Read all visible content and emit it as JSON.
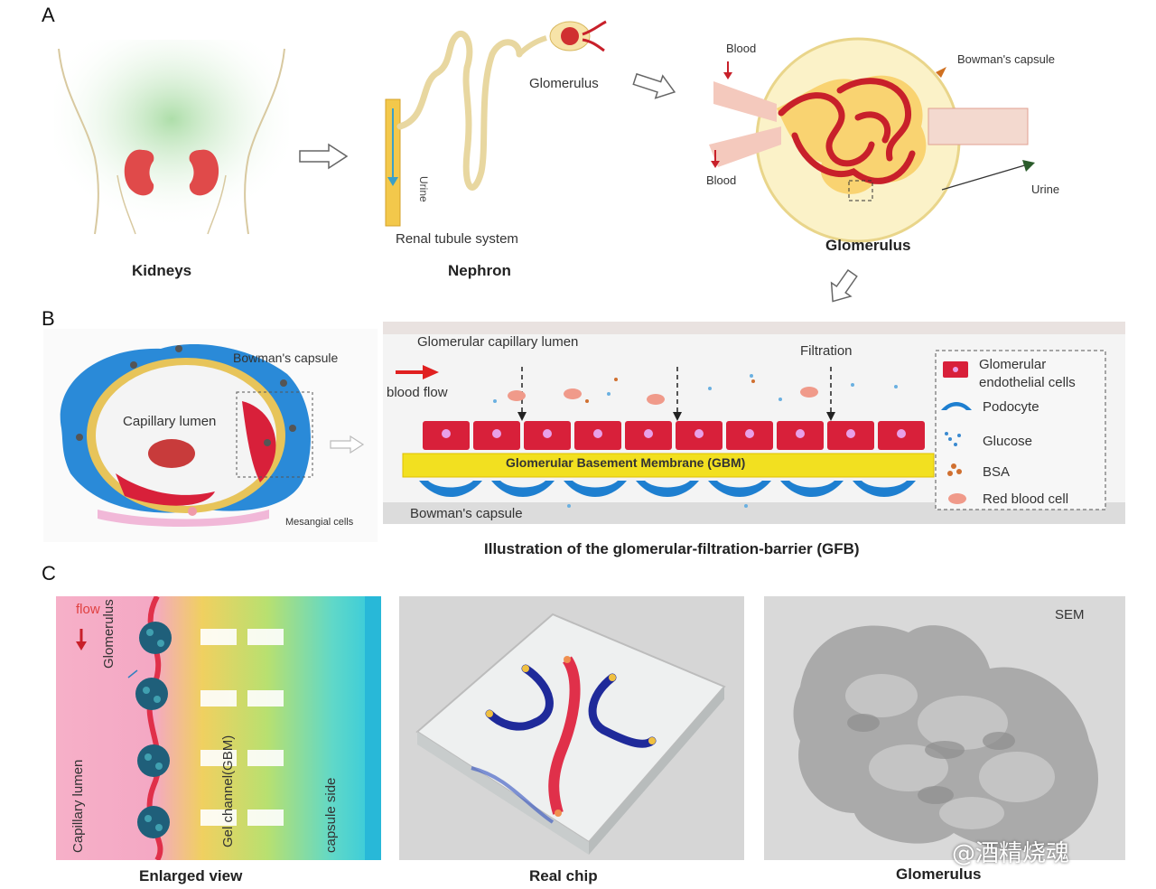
{
  "panels": {
    "a": {
      "letter": "A",
      "kidneys_caption": "Kidneys",
      "nephron_caption": "Nephron",
      "glomerulus_caption": "Glomerulus",
      "urine_vertical": "Urine",
      "renal_tubule_label": "Renal tubule system",
      "glomerulus_label": "Glomerulus",
      "blood_top": "Blood",
      "blood_bottom": "Blood",
      "bowmans_capsule": "Bowman's capsule",
      "urine": "Urine"
    },
    "b": {
      "letter": "B",
      "bowmans_capsule": "Bowman's capsule",
      "capillary_lumen": "Capillary lumen",
      "mesangial_cells": "Mesangial cells",
      "capillary_lumen_label": "Glomerular capillary lumen",
      "filtration": "Filtration",
      "blood_flow": "blood flow",
      "gbm": "Glomerular Basement Membrane (GBM)",
      "bowmans_capsule_bottom": "Bowman's capsule",
      "legend": {
        "endothelial": "Glomerular endothelial cells",
        "podocyte": "Podocyte",
        "glucose": "Glucose",
        "bsa": "BSA",
        "rbc": "Red blood cell"
      },
      "caption": "Illustration of the glomerular-filtration-barrier (GFB)"
    },
    "c": {
      "letter": "C",
      "flow": "flow",
      "glomerulus_vertical": "Glomerulus",
      "capillary_lumen_vertical": "Capillary lumen",
      "gel_channel_vertical": "Gel channel(GBM)",
      "capsule_side_vertical": "capsule side",
      "sem": "SEM",
      "enlarged_caption": "Enlarged view",
      "realchip_caption": "Real chip",
      "glomerulus_caption": "Glomerulus",
      "watermark": "@酒精烧魂"
    }
  },
  "colors": {
    "kidney": "#e04a4a",
    "blood_red": "#c8202a",
    "capsule_yellow": "#f6e8a8",
    "gbm_yellow": "#f2e020",
    "podocyte_blue": "#1e7fd0",
    "channel_red": "#e0304a",
    "channel_blue": "#1f2a9a"
  }
}
